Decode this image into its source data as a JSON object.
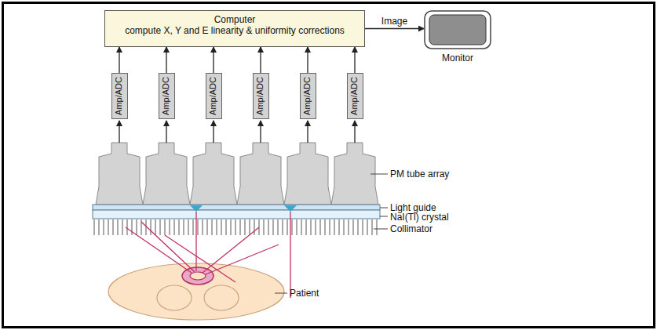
{
  "diagram": {
    "nodes": [
      {
        "text": [
          "Computer",
          "compute X, Y and E linearity & uniformity corrections"
        ]
      },
      {
        "text": [
          "Monitor"
        ]
      },
      {
        "text": [
          "Amp/ADC"
        ]
      },
      {
        "text": [
          "Amp/ADC"
        ]
      },
      {
        "text": [
          "Amp/ADC"
        ]
      },
      {
        "text": [
          "Amp/ADC"
        ]
      },
      {
        "text": [
          "Amp/ADC"
        ]
      },
      {
        "text": [
          "Amp/ADC"
        ]
      }
    ],
    "edges": [
      {
        "from": 0,
        "to": 1,
        "label": "Image",
        "arrow": "to"
      },
      {
        "from": 2,
        "to": 0,
        "arrow": "to"
      },
      {
        "from": 3,
        "to": 0,
        "arrow": "to"
      },
      {
        "from": 4,
        "to": 0,
        "arrow": "to"
      },
      {
        "from": 5,
        "to": 0,
        "arrow": "to"
      },
      {
        "from": 6,
        "to": 0,
        "arrow": "to"
      },
      {
        "from": 7,
        "to": 0,
        "arrow": "to"
      }
    ],
    "labels": [
      "PM tube array",
      "Light guide",
      "NaI(Tl) crystal",
      "Collimator",
      "Patient"
    ]
  }
}
